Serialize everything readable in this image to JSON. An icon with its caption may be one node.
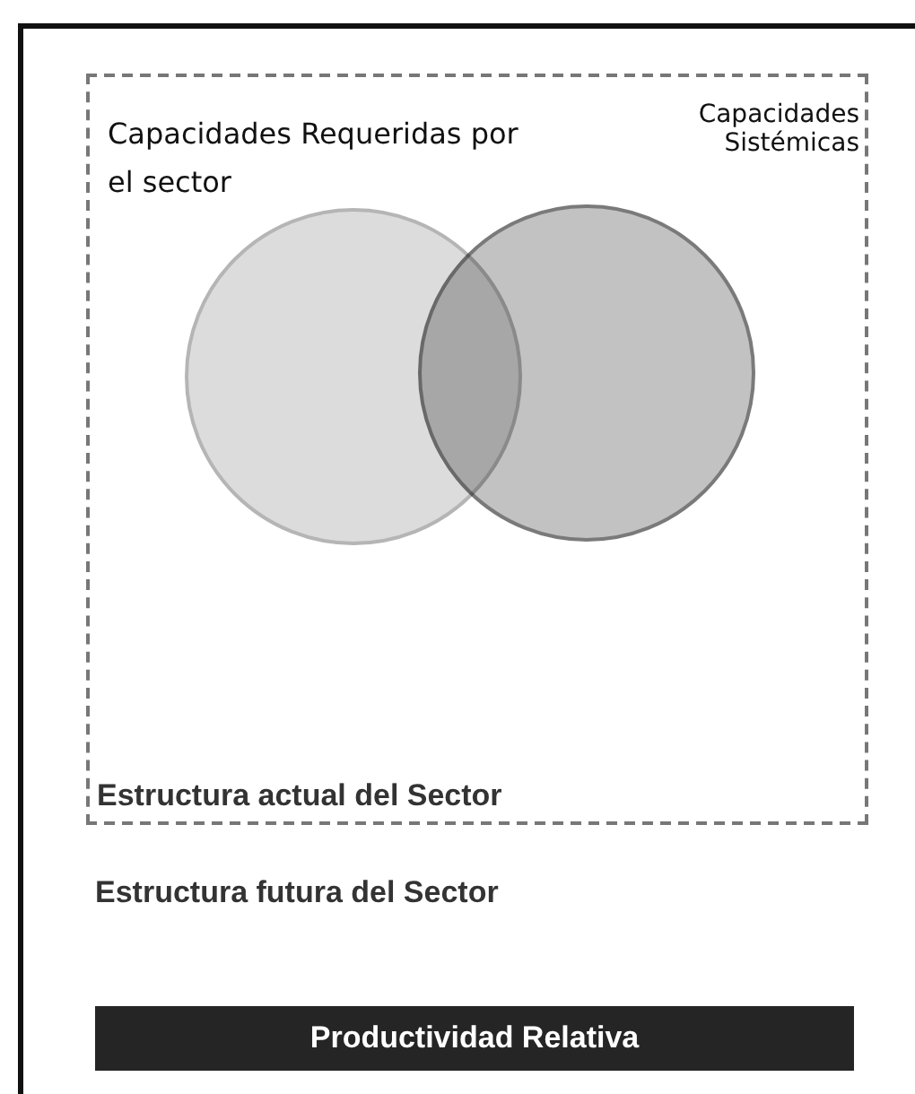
{
  "diagram": {
    "nodes": [
      {
        "text": [
          "Estructura futura del Sector"
        ]
      },
      {
        "text": [
          "Estructura actual del Sector"
        ],
        "in": 0
      },
      {
        "text": [
          "Capacidades Requeridas por el sector"
        ],
        "in": 1
      },
      {
        "text": [
          "Capacidades Sistémicas"
        ],
        "in": 1
      },
      {
        "text": [
          "Productividad Relativa"
        ],
        "in": 0
      }
    ]
  }
}
